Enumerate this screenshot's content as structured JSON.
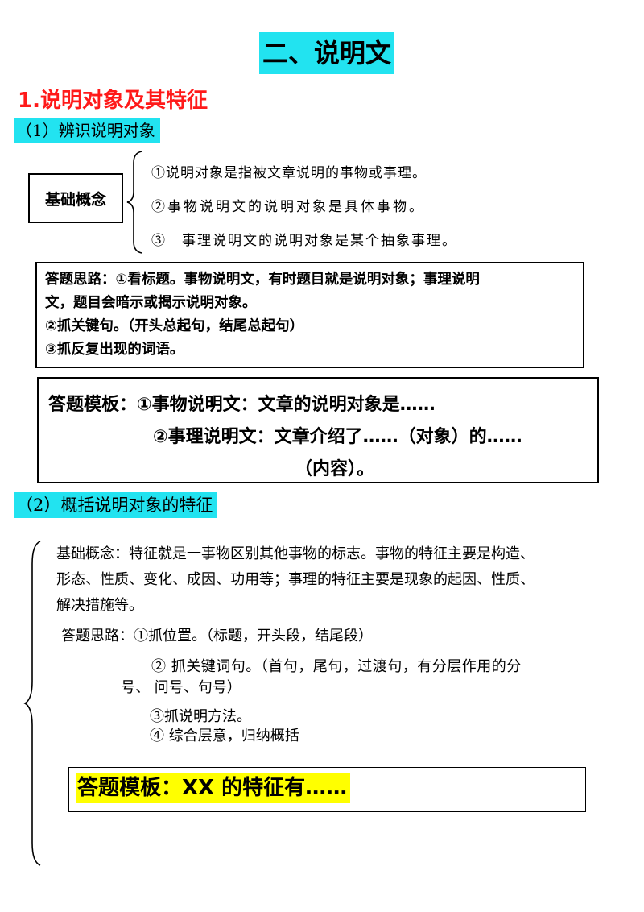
{
  "title": "二、说明文",
  "section1": {
    "heading": "1.说明对象及其特征",
    "sub1": {
      "label": "（1）辨识说明对象",
      "concept_box": "基础概念",
      "concept_items": [
        "①说明对象是指被文章说明的事物或事理。",
        "②事物说明文的说明对象是具体事物。",
        "③　事理说明文的说明对象是某个抽象事理。"
      ],
      "answer_thinking": [
        "答题思路：①看标题。事物说明文，有时题目就是说明对象；事理说明",
        "文，题目会暗示或揭示说明对象。",
        "②抓关键句。（开头总起句，结尾总起句）",
        "③抓反复出现的词语。"
      ],
      "answer_template": {
        "line1": "答题模板：①事物说明文：文章的说明对象是……",
        "line2": "②事理说明文：文章介绍了……（对象）的……",
        "line3": "（内容）。"
      }
    },
    "sub2": {
      "label": "（2）概括说明对象的特征",
      "concept_lines": [
        "基础概念：特征就是一事物区别其他事物的标志。事物的特征主要是构造、",
        "形态、性质、变化、成因、功用等；事理的特征主要是现象的起因、性质、",
        "解决措施等。"
      ],
      "thinking_lines": [
        "答题思路：①抓位置。（标题，开头段，结尾段）",
        "② 抓关键词句。（首句，尾句，过渡句，有分层作用的分",
        "号、 问号、句号）",
        "③抓说明方法。",
        "④ 综合层意，归纳概括"
      ],
      "template": "答题模板：XX 的特征有……"
    }
  },
  "colors": {
    "cyan_highlight": "#22e3f0",
    "red_heading": "#ff1a1a",
    "yellow_highlight": "#ffff00"
  }
}
